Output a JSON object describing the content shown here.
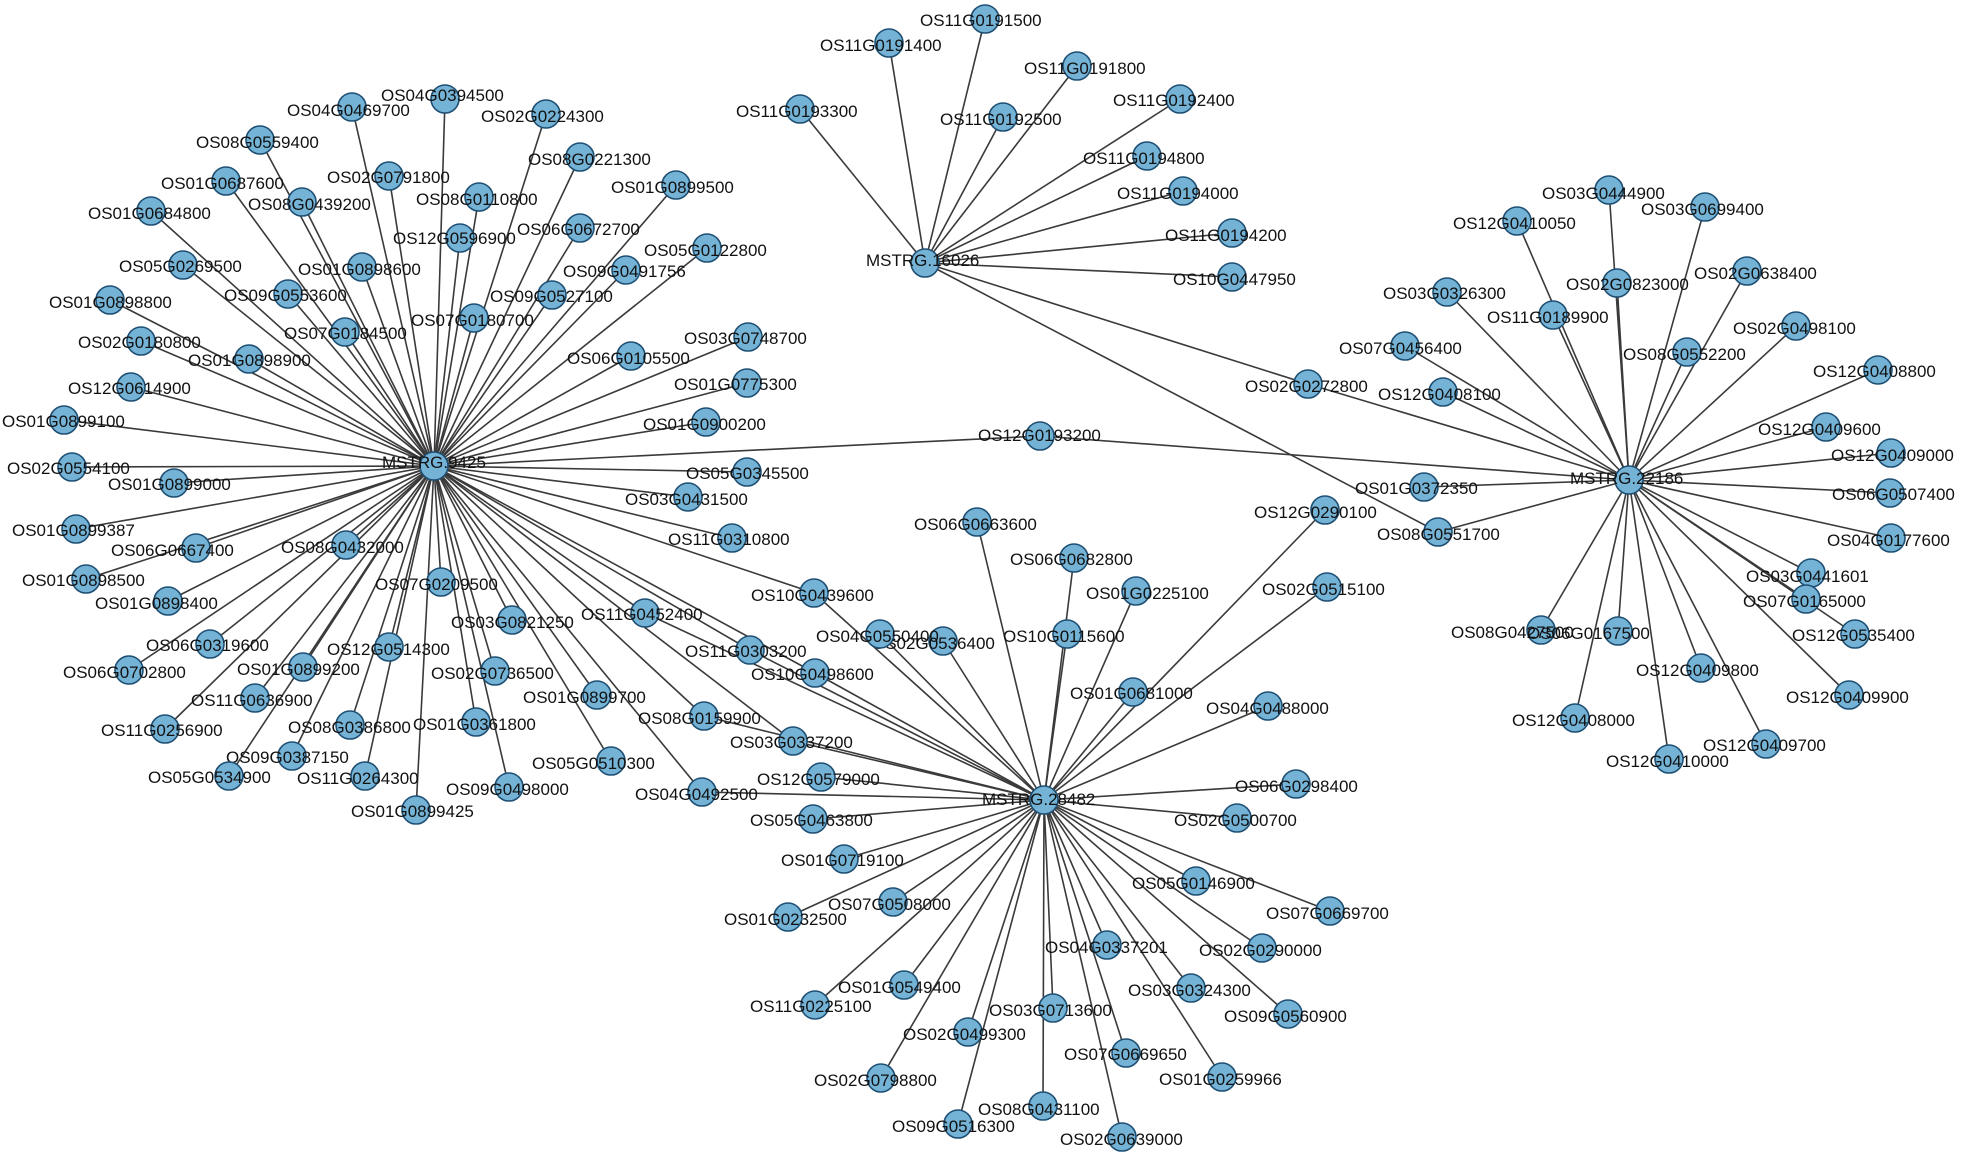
{
  "network": {
    "node_color": "#74b3d6",
    "node_border_color": "#1e4f73",
    "edge_color": "#3a3a3a",
    "hubs": [
      "MSTRG.9425",
      "MSTRG.16026",
      "MSTRG.22186",
      "MSTRG.28482"
    ],
    "nodes": [
      "MSTRG.9425",
      "MSTRG.16026",
      "MSTRG.22186",
      "MSTRG.28482",
      "OS12G0193200",
      "OS04G0394500",
      "OS04G0469700",
      "OS02G0224300",
      "OS08G0559400",
      "OS08G0221300",
      "OS02G0791800",
      "OS01G0687600",
      "OS08G0439200",
      "OS08G0110800",
      "OS01G0899500",
      "OS01G0684800",
      "OS06G0672700",
      "OS12G0596900",
      "OS05G0122800",
      "OS05G0269500",
      "OS01G0898600",
      "OS09G0491756",
      "OS09G0553600",
      "OS09G0527100",
      "OS01G0898800",
      "OS07G0184500",
      "OS07G0180700",
      "OS02G0180800",
      "OS03G0748700",
      "OS01G0898900",
      "OS06G0105500",
      "OS12G0614900",
      "OS01G0775300",
      "OS01G0899100",
      "OS01G0900200",
      "OS02G0554100",
      "OS01G0899000",
      "OS05G0345500",
      "OS03G0431500",
      "OS01G0899387",
      "OS06G0667400",
      "OS08G0432000",
      "OS11G0310800",
      "OS01G0898500",
      "OS07G0209500",
      "OS01G0898400",
      "OS10G0439600",
      "OS03G0821250",
      "OS11G0452400",
      "OS06G0319600",
      "OS12G0514300",
      "OS11G0303200",
      "OS06G0702800",
      "OS01G0899200",
      "OS02G0736500",
      "OS10G0498600",
      "OS11G0636900",
      "OS01G0899700",
      "OS08G0159900",
      "OS11G0256900",
      "OS08G0386800",
      "OS01G0361800",
      "OS03G0337200",
      "OS09G0387150",
      "OS05G0510300",
      "OS05G0534900",
      "OS11G0264300",
      "OS09G0498000",
      "OS04G0492500",
      "OS01G0899425",
      "OS11G0191500",
      "OS11G0191400",
      "OS11G0191800",
      "OS11G0193300",
      "OS11G0192400",
      "OS11G0192500",
      "OS11G0194800",
      "OS11G0194000",
      "OS11G0194200",
      "OS10G0447950",
      "OS02G0272800",
      "OS08G0551700",
      "OS03G0444900",
      "OS03G0699400",
      "OS12G0410050",
      "OS02G0638400",
      "OS03G0326300",
      "OS02G0823000",
      "OS11G0189900",
      "OS02G0498100",
      "OS07G0456400",
      "OS08G0552200",
      "OS12G0408800",
      "OS12G0408100",
      "OS12G0409600",
      "OS12G0409000",
      "OS01G0372350",
      "OS06G0507400",
      "OS12G0290100",
      "OS04G0177600",
      "OS03G0441601",
      "OS02G0515100",
      "OS07G0165000",
      "OS08G0427500",
      "OS06G0167500",
      "OS12G0535400",
      "OS12G0409800",
      "OS12G0409900",
      "OS12G0408000",
      "OS12G0409700",
      "OS12G0410000",
      "OS06G0663600",
      "OS06G0682800",
      "OS01G0225100",
      "OS02G0536400",
      "OS04G0550400",
      "OS10G0115600",
      "OS01G0681000",
      "OS04G0488000",
      "OS12G0579000",
      "OS06G0298400",
      "OS05G0463800",
      "OS02G0500700",
      "OS01G0719100",
      "OS07G0508000",
      "OS05G0146900",
      "OS01G0232500",
      "OS07G0669700",
      "OS04G0337201",
      "OS02G0290000",
      "OS01G0549400",
      "OS03G0324300",
      "OS11G0225100",
      "OS03G0713600",
      "OS09G0560900",
      "OS02G0499300",
      "OS07G0669650",
      "OS01G0259966",
      "OS02G0798800",
      "OS08G0431100",
      "OS09G0516300",
      "OS02G0639000"
    ],
    "edges": [
      [
        "MSTRG.9425",
        "OS12G0193200"
      ],
      [
        "MSTRG.22186",
        "OS12G0193200"
      ],
      [
        "MSTRG.16026",
        "OS08G0551700"
      ],
      [
        "MSTRG.16026",
        "OS02G0272800"
      ],
      [
        "MSTRG.9425",
        "OS04G0394500"
      ],
      [
        "MSTRG.9425",
        "OS04G0469700"
      ],
      [
        "MSTRG.9425",
        "OS02G0224300"
      ],
      [
        "MSTRG.9425",
        "OS08G0559400"
      ],
      [
        "MSTRG.9425",
        "OS08G0221300"
      ],
      [
        "MSTRG.9425",
        "OS02G0791800"
      ],
      [
        "MSTRG.9425",
        "OS01G0687600"
      ],
      [
        "MSTRG.9425",
        "OS08G0439200"
      ],
      [
        "MSTRG.9425",
        "OS08G0110800"
      ],
      [
        "MSTRG.9425",
        "OS01G0899500"
      ],
      [
        "MSTRG.9425",
        "OS01G0684800"
      ],
      [
        "MSTRG.9425",
        "OS06G0672700"
      ],
      [
        "MSTRG.9425",
        "OS12G0596900"
      ],
      [
        "MSTRG.9425",
        "OS05G0122800"
      ],
      [
        "MSTRG.9425",
        "OS05G0269500"
      ],
      [
        "MSTRG.9425",
        "OS01G0898600"
      ],
      [
        "MSTRG.9425",
        "OS09G0491756"
      ],
      [
        "MSTRG.9425",
        "OS09G0553600"
      ],
      [
        "MSTRG.9425",
        "OS09G0527100"
      ],
      [
        "MSTRG.9425",
        "OS01G0898800"
      ],
      [
        "MSTRG.9425",
        "OS07G0184500"
      ],
      [
        "MSTRG.9425",
        "OS07G0180700"
      ],
      [
        "MSTRG.9425",
        "OS02G0180800"
      ],
      [
        "MSTRG.9425",
        "OS03G0748700"
      ],
      [
        "MSTRG.9425",
        "OS01G0898900"
      ],
      [
        "MSTRG.9425",
        "OS06G0105500"
      ],
      [
        "MSTRG.9425",
        "OS12G0614900"
      ],
      [
        "MSTRG.9425",
        "OS01G0775300"
      ],
      [
        "MSTRG.9425",
        "OS01G0899100"
      ],
      [
        "MSTRG.9425",
        "OS01G0900200"
      ],
      [
        "MSTRG.9425",
        "OS02G0554100"
      ],
      [
        "MSTRG.9425",
        "OS01G0899000"
      ],
      [
        "MSTRG.9425",
        "OS05G0345500"
      ],
      [
        "MSTRG.9425",
        "OS03G0431500"
      ],
      [
        "MSTRG.9425",
        "OS01G0899387"
      ],
      [
        "MSTRG.9425",
        "OS06G0667400"
      ],
      [
        "MSTRG.9425",
        "OS08G0432000"
      ],
      [
        "MSTRG.9425",
        "OS11G0310800"
      ],
      [
        "MSTRG.9425",
        "OS01G0898500"
      ],
      [
        "MSTRG.9425",
        "OS07G0209500"
      ],
      [
        "MSTRG.9425",
        "OS01G0898400"
      ],
      [
        "MSTRG.9425",
        "OS10G0439600"
      ],
      [
        "MSTRG.9425",
        "OS03G0821250"
      ],
      [
        "MSTRG.9425",
        "OS11G0452400"
      ],
      [
        "MSTRG.9425",
        "OS06G0319600"
      ],
      [
        "MSTRG.9425",
        "OS12G0514300"
      ],
      [
        "MSTRG.9425",
        "OS11G0303200"
      ],
      [
        "MSTRG.9425",
        "OS06G0702800"
      ],
      [
        "MSTRG.9425",
        "OS01G0899200"
      ],
      [
        "MSTRG.9425",
        "OS02G0736500"
      ],
      [
        "MSTRG.9425",
        "OS10G0498600"
      ],
      [
        "MSTRG.9425",
        "OS11G0636900"
      ],
      [
        "MSTRG.9425",
        "OS01G0899700"
      ],
      [
        "MSTRG.9425",
        "OS08G0159900"
      ],
      [
        "MSTRG.9425",
        "OS11G0256900"
      ],
      [
        "MSTRG.9425",
        "OS08G0386800"
      ],
      [
        "MSTRG.9425",
        "OS01G0361800"
      ],
      [
        "MSTRG.9425",
        "OS03G0337200"
      ],
      [
        "MSTRG.9425",
        "OS09G0387150"
      ],
      [
        "MSTRG.9425",
        "OS05G0510300"
      ],
      [
        "MSTRG.9425",
        "OS05G0534900"
      ],
      [
        "MSTRG.9425",
        "OS11G0264300"
      ],
      [
        "MSTRG.9425",
        "OS09G0498000"
      ],
      [
        "MSTRG.9425",
        "OS04G0492500"
      ],
      [
        "MSTRG.9425",
        "OS01G0899425"
      ],
      [
        "MSTRG.16026",
        "OS11G0191500"
      ],
      [
        "MSTRG.16026",
        "OS11G0191400"
      ],
      [
        "MSTRG.16026",
        "OS11G0191800"
      ],
      [
        "MSTRG.16026",
        "OS11G0193300"
      ],
      [
        "MSTRG.16026",
        "OS11G0192400"
      ],
      [
        "MSTRG.16026",
        "OS11G0192500"
      ],
      [
        "MSTRG.16026",
        "OS11G0194800"
      ],
      [
        "MSTRG.16026",
        "OS11G0194000"
      ],
      [
        "MSTRG.16026",
        "OS11G0194200"
      ],
      [
        "MSTRG.16026",
        "OS10G0447950"
      ],
      [
        "MSTRG.22186",
        "OS03G0444900"
      ],
      [
        "MSTRG.22186",
        "OS03G0699400"
      ],
      [
        "MSTRG.22186",
        "OS12G0410050"
      ],
      [
        "MSTRG.22186",
        "OS02G0638400"
      ],
      [
        "MSTRG.22186",
        "OS03G0326300"
      ],
      [
        "MSTRG.22186",
        "OS02G0823000"
      ],
      [
        "MSTRG.22186",
        "OS11G0189900"
      ],
      [
        "MSTRG.22186",
        "OS02G0498100"
      ],
      [
        "MSTRG.22186",
        "OS07G0456400"
      ],
      [
        "MSTRG.22186",
        "OS08G0552200"
      ],
      [
        "MSTRG.22186",
        "OS12G0408800"
      ],
      [
        "MSTRG.22186",
        "OS12G0408100"
      ],
      [
        "MSTRG.22186",
        "OS12G0409600"
      ],
      [
        "MSTRG.22186",
        "OS12G0409000"
      ],
      [
        "MSTRG.22186",
        "OS01G0372350"
      ],
      [
        "MSTRG.22186",
        "OS06G0507400"
      ],
      [
        "MSTRG.22186",
        "OS04G0177600"
      ],
      [
        "MSTRG.22186",
        "OS03G0441601"
      ],
      [
        "MSTRG.22186",
        "OS07G0165000"
      ],
      [
        "MSTRG.22186",
        "OS08G0427500"
      ],
      [
        "MSTRG.22186",
        "OS06G0167500"
      ],
      [
        "MSTRG.22186",
        "OS12G0535400"
      ],
      [
        "MSTRG.22186",
        "OS12G0409800"
      ],
      [
        "MSTRG.22186",
        "OS12G0409900"
      ],
      [
        "MSTRG.22186",
        "OS12G0408000"
      ],
      [
        "MSTRG.22186",
        "OS12G0409700"
      ],
      [
        "MSTRG.22186",
        "OS12G0410000"
      ],
      [
        "MSTRG.22186",
        "OS02G0272800"
      ],
      [
        "MSTRG.22186",
        "OS08G0551700"
      ],
      [
        "MSTRG.28482",
        "OS02G0515100"
      ],
      [
        "MSTRG.28482",
        "OS12G0290100"
      ],
      [
        "MSTRG.28482",
        "OS11G0452400"
      ],
      [
        "MSTRG.28482",
        "OS11G0303200"
      ],
      [
        "MSTRG.28482",
        "OS10G0498600"
      ],
      [
        "MSTRG.28482",
        "OS10G0439600"
      ],
      [
        "MSTRG.28482",
        "OS08G0159900"
      ],
      [
        "MSTRG.28482",
        "OS03G0337200"
      ],
      [
        "MSTRG.28482",
        "OS04G0492500"
      ],
      [
        "MSTRG.28482",
        "OS06G0663600"
      ],
      [
        "MSTRG.28482",
        "OS06G0682800"
      ],
      [
        "MSTRG.28482",
        "OS01G0225100"
      ],
      [
        "MSTRG.28482",
        "OS02G0536400"
      ],
      [
        "MSTRG.28482",
        "OS04G0550400"
      ],
      [
        "MSTRG.28482",
        "OS10G0115600"
      ],
      [
        "MSTRG.28482",
        "OS01G0681000"
      ],
      [
        "MSTRG.28482",
        "OS04G0488000"
      ],
      [
        "MSTRG.28482",
        "OS12G0579000"
      ],
      [
        "MSTRG.28482",
        "OS06G0298400"
      ],
      [
        "MSTRG.28482",
        "OS05G0463800"
      ],
      [
        "MSTRG.28482",
        "OS02G0500700"
      ],
      [
        "MSTRG.28482",
        "OS01G0719100"
      ],
      [
        "MSTRG.28482",
        "OS07G0508000"
      ],
      [
        "MSTRG.28482",
        "OS05G0146900"
      ],
      [
        "MSTRG.28482",
        "OS01G0232500"
      ],
      [
        "MSTRG.28482",
        "OS07G0669700"
      ],
      [
        "MSTRG.28482",
        "OS04G0337201"
      ],
      [
        "MSTRG.28482",
        "OS02G0290000"
      ],
      [
        "MSTRG.28482",
        "OS01G0549400"
      ],
      [
        "MSTRG.28482",
        "OS03G0324300"
      ],
      [
        "MSTRG.28482",
        "OS11G0225100"
      ],
      [
        "MSTRG.28482",
        "OS03G0713600"
      ],
      [
        "MSTRG.28482",
        "OS09G0560900"
      ],
      [
        "MSTRG.28482",
        "OS02G0499300"
      ],
      [
        "MSTRG.28482",
        "OS07G0669650"
      ],
      [
        "MSTRG.28482",
        "OS01G0259966"
      ],
      [
        "MSTRG.28482",
        "OS02G0798800"
      ],
      [
        "MSTRG.28482",
        "OS08G0431100"
      ],
      [
        "MSTRG.28482",
        "OS09G0516300"
      ],
      [
        "MSTRG.28482",
        "OS02G0639000"
      ]
    ]
  }
}
